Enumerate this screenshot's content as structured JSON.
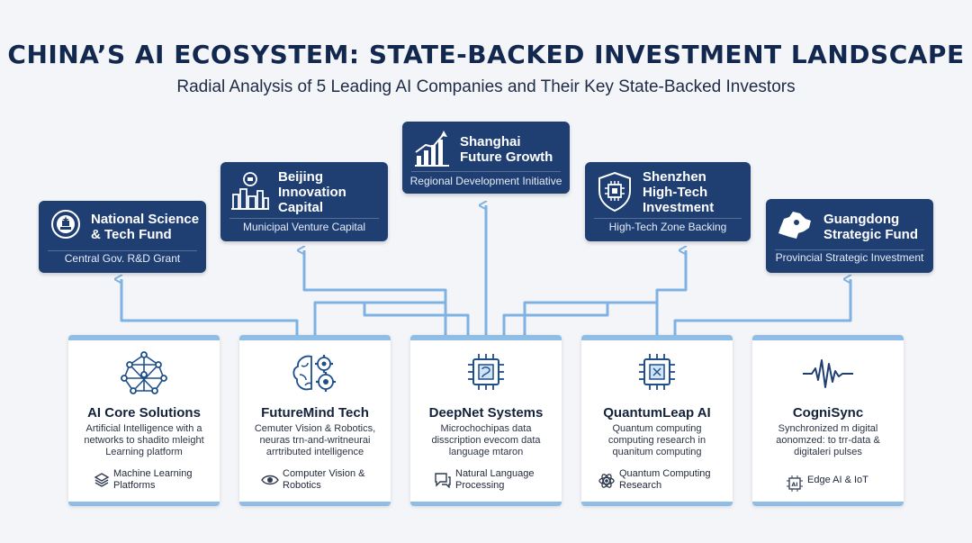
{
  "title": "CHINA’S AI ECOSYSTEM: STATE-BACKED INVESTMENT LANDSCAPE",
  "subtitle": "Radial Analysis of 5 Leading AI Companies and Their Key State-Backed Investors",
  "investors": [
    {
      "name": "National Science & Tech Fund",
      "type": "Central Gov. R&D Grant",
      "icon": "national-emblem-icon"
    },
    {
      "name": "Beijing Innovation Capital",
      "type": "Municipal Venture Capital",
      "icon": "beijing-skyline-icon"
    },
    {
      "name": "Shanghai Future Growth",
      "type": "Regional Development Initiative",
      "icon": "growth-chart-icon"
    },
    {
      "name": "Shenzhen High-Tech Investment",
      "type": "High-Tech Zone Backing",
      "icon": "shield-chip-icon"
    },
    {
      "name": "Guangdong Strategic Fund",
      "type": "Provincial Strategic Investment",
      "icon": "province-map-icon"
    }
  ],
  "companies": [
    {
      "name": "AI Core Solutions",
      "description": "Artificial Intelligence with a networks to shadito mleight Learning platform",
      "focus": "Machine Learning Platforms",
      "icon": "neural-network-icon",
      "focus_icon": "layers-icon"
    },
    {
      "name": "FutureMind Tech",
      "description": "Cemuter Vision & Robotics, neuras trn-and-writneurai arrtributed intelligence",
      "focus": "Computer Vision & Robotics",
      "icon": "brain-gears-icon",
      "focus_icon": "eye-icon"
    },
    {
      "name": "DeepNet Systems",
      "description": "Microchochipas data disscription evecom data language mtaron",
      "focus": "Natural Language Processing",
      "icon": "microchip-icon",
      "focus_icon": "chat-icon"
    },
    {
      "name": "QuantumLeap AI",
      "description": "Quantum computing computing research in quanitum computing",
      "focus": "Quantum Computing Research",
      "icon": "quantum-chip-icon",
      "focus_icon": "atom-icon"
    },
    {
      "name": "CogniSync",
      "description": "Synchronized m digital aonomzed: to trr-data & digitaleri pulses",
      "focus": "Edge AI & IoT",
      "icon": "pulse-icon",
      "focus_icon": "ai-chip-icon"
    }
  ],
  "colors": {
    "navy": "#1f3f73",
    "connector": "#7fb2e2",
    "title": "#13284f"
  }
}
